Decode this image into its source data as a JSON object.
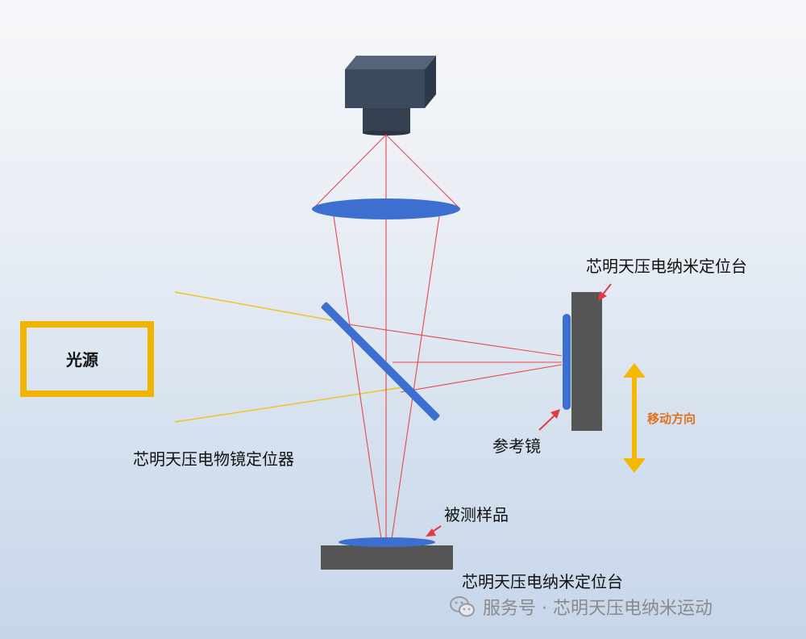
{
  "labels": {
    "light_source": "光源",
    "objective_positioner": "芯明天压电物镜定位器",
    "reference_stage": "芯明天压电纳米定位台",
    "reference_mirror": "参考镜",
    "move_direction": "移动方向",
    "sample": "被测样品",
    "sample_stage": "芯明天压电纳米定位台"
  },
  "watermark": {
    "icon": "wechat-icon",
    "text": "服务号 · 芯明天压电纳米运动"
  },
  "colors": {
    "beam": "#e8454f",
    "light_input": "#f1c21b",
    "optic_blue": "#3d6fd1",
    "stage_gray": "#555555",
    "camera": "#3c4a5e",
    "source_border": "#f0b400",
    "arrow": "#f5b800",
    "pointer": "#e03a45"
  }
}
